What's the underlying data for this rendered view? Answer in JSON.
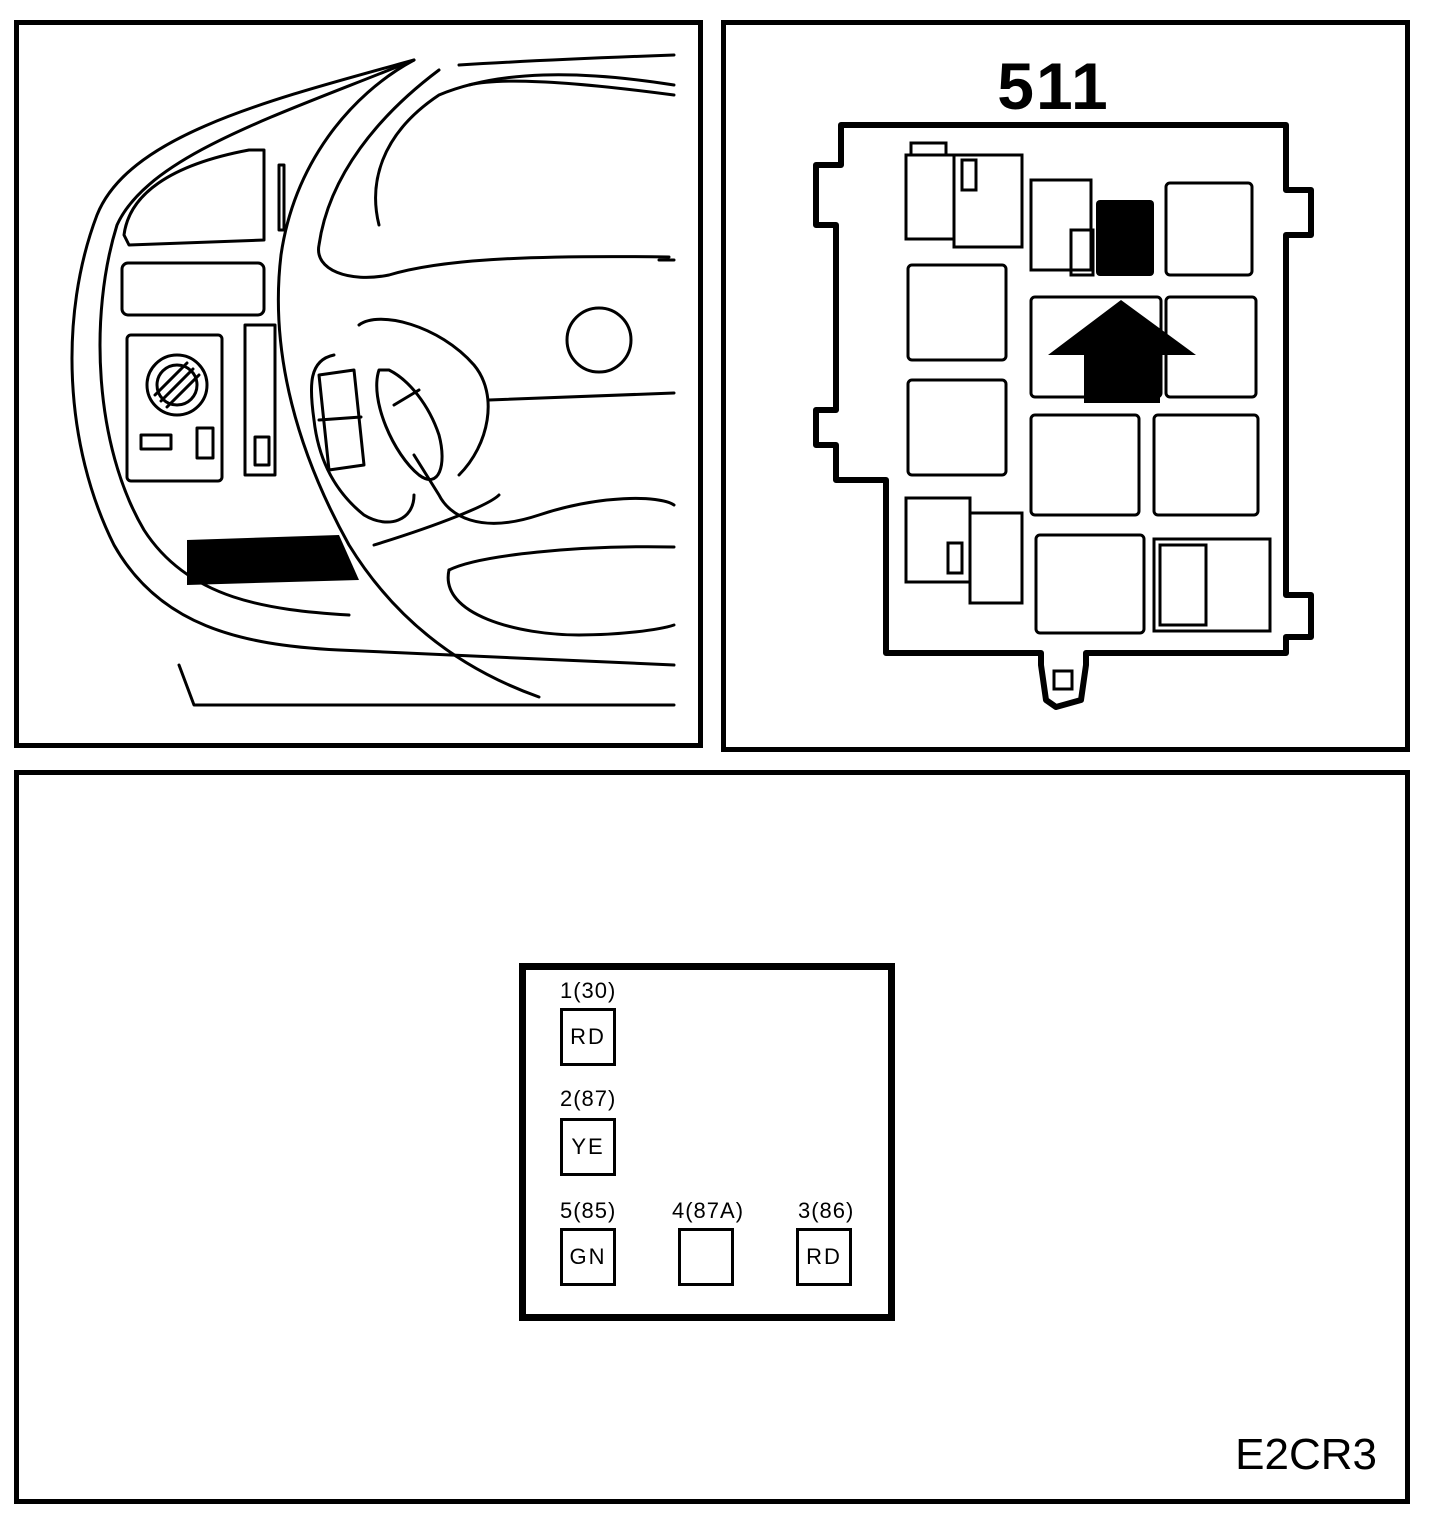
{
  "relay_box": {
    "number": "511"
  },
  "connector": {
    "pins": [
      {
        "id": "pin-1",
        "label": "1(30)",
        "wire_color": "RD"
      },
      {
        "id": "pin-2",
        "label": "2(87)",
        "wire_color": "YE"
      },
      {
        "id": "pin-5",
        "label": "5(85)",
        "wire_color": "GN"
      },
      {
        "id": "pin-4",
        "label": "4(87A)",
        "wire_color": ""
      },
      {
        "id": "pin-3",
        "label": "3(86)",
        "wire_color": "RD"
      }
    ]
  },
  "reference": {
    "code": "E2CR3"
  }
}
